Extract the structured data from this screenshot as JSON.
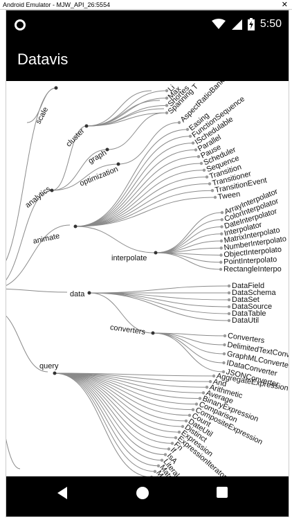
{
  "emulator": {
    "title": "Android Emulator - MJW_API_26:5554",
    "close_glyph": "✕"
  },
  "status_bar": {
    "time": "5:50",
    "icons": [
      "ring-icon",
      "wifi-icon",
      "signal-icon",
      "battery-charging-icon"
    ]
  },
  "app_bar": {
    "title": "Datavis"
  },
  "tree": {
    "branches": [
      {
        "label": "scale"
      },
      {
        "label": "cluster"
      },
      {
        "label": "analytics"
      },
      {
        "label": "graph"
      },
      {
        "label": "optimization"
      },
      {
        "label": "animate"
      },
      {
        "label": "interpolate"
      },
      {
        "label": "data"
      },
      {
        "label": "converters"
      },
      {
        "label": "query"
      }
    ],
    "leaves_top": [
      "Li",
      "Max",
      "Shortes",
      "Spanning T"
    ],
    "leaves_aspect": "AspectRatioBanker",
    "leaves_animate": [
      "Easing",
      "FunctionSequence",
      "ISchedulable",
      "Parallel",
      "Pause",
      "Scheduler",
      "Sequence",
      "Transition",
      "Transitioner",
      "TransitionEvent",
      "Tween"
    ],
    "leaves_interpolate": [
      "ArrayInterpolator",
      "ColorInterpolator",
      "DateInterpolator",
      "Interpolator",
      "MatrixInterpolato",
      "NumberInterpolato",
      "ObjectInterpolato",
      "PointInterpolato",
      "RectangleInterpo"
    ],
    "leaves_data": [
      "DataField",
      "DataSchema",
      "DataSet",
      "DataSource",
      "DataTable",
      "DataUtil"
    ],
    "leaves_converters": [
      "Converters",
      "DelimitedTextConv",
      "GraphMLConverter",
      "IDataConverter",
      "JSONConverter"
    ],
    "leaves_query": [
      "AggregateExpression",
      "And",
      "Arithmetic",
      "Average",
      "BinaryExpression",
      "Comparison",
      "CompositeExpression",
      "Count",
      "DateUtil",
      "Distinct",
      "Expression",
      "ExpressionIterator",
      "Fn",
      "If",
      "IsA",
      "Literal",
      "Match",
      "Max",
      "M"
    ]
  },
  "nav_bar": {
    "buttons": [
      "back-button",
      "home-button",
      "recents-button"
    ]
  }
}
